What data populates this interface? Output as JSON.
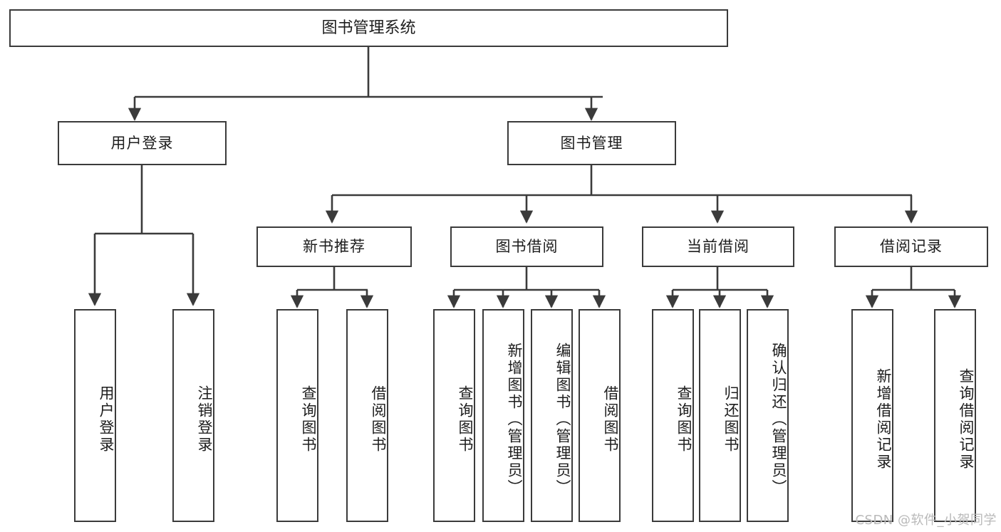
{
  "diagram": {
    "title": "图书管理系统",
    "watermark": "CSDN @软件_小贺同学",
    "line_color": "#3b3b3b",
    "box_fill": "#ffffff",
    "text_color": "#1d1d1d",
    "watermark_color": "#b9b9b9"
  },
  "levels": {
    "root": {
      "label": "图书管理系统"
    },
    "level2": [
      {
        "label": "用户登录"
      },
      {
        "label": "图书管理"
      }
    ],
    "level3": [
      {
        "label": "新书推荐"
      },
      {
        "label": "图书借阅"
      },
      {
        "label": "当前借阅"
      },
      {
        "label": "借阅记录"
      }
    ],
    "leaves": {
      "user_login": [
        {
          "label": "用户登录"
        },
        {
          "label": "注销登录"
        }
      ],
      "new_book_recommend": [
        {
          "label": "查询图书"
        },
        {
          "label": "借阅图书"
        }
      ],
      "book_borrow": [
        {
          "label": "查询图书"
        },
        {
          "label": "新增图书（管理员）"
        },
        {
          "label": "编辑图书（管理员）"
        },
        {
          "label": "借阅图书"
        }
      ],
      "current_borrow": [
        {
          "label": "查询图书"
        },
        {
          "label": "归还图书"
        },
        {
          "label": "确认归还（管理员）"
        }
      ],
      "borrow_record": [
        {
          "label": "新增借阅记录"
        },
        {
          "label": "查询借阅记录"
        }
      ]
    }
  }
}
